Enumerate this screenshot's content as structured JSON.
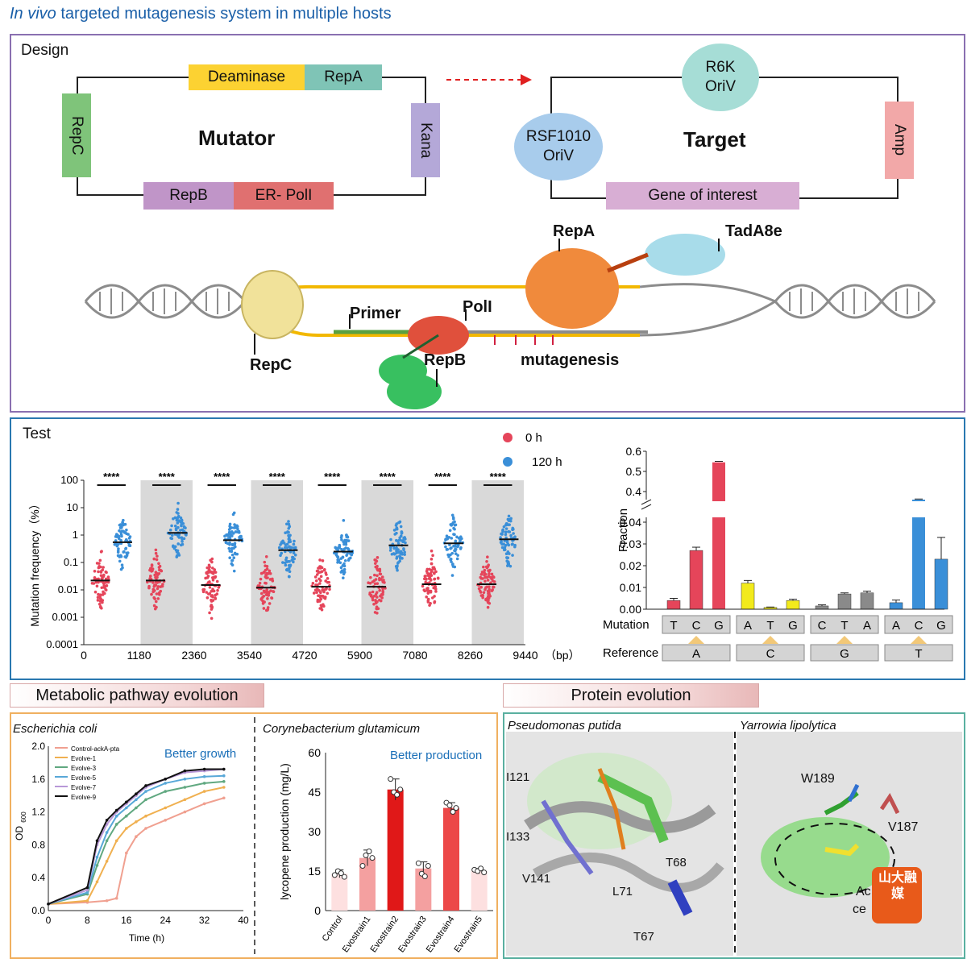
{
  "header": {
    "title_italic": "In vivo",
    "title_rest": " targeted mutagenesis system in multiple hosts"
  },
  "design": {
    "label": "Design",
    "mutator": {
      "name": "Mutator",
      "deaminase": "Deaminase",
      "repA": "RepA",
      "repC": "RepC",
      "kana": "Kana",
      "repB": "RepB",
      "erpol": "ER- PolI"
    },
    "target": {
      "name": "Target",
      "r6k": [
        "R6K",
        "OriV"
      ],
      "rsf": [
        "RSF1010",
        "OriV"
      ],
      "amp": "Amp",
      "goi": "Gene of interest"
    },
    "scheme": {
      "repA": "RepA",
      "tadA": "TadA8e",
      "primer": "Primer",
      "polI": "PolI",
      "repC": "RepC",
      "repB": "RepB",
      "mutagenesis": "mutagenesis"
    }
  },
  "test": {
    "label": "Test",
    "legend": [
      {
        "label": "0 h",
        "color": "#e5455a"
      },
      {
        "label": "120 h",
        "color": "#3a8fd8"
      }
    ],
    "ylabel": "Mutation frequency（%）",
    "yticks": [
      "100",
      "10",
      "1",
      "0.1",
      "0.01",
      "0.001",
      "0.0001"
    ],
    "xticks": [
      "0",
      "1180",
      "2360",
      "3540",
      "4720",
      "5900",
      "7080",
      "8260",
      "9440"
    ],
    "xunit": "（bp）",
    "significance": "****",
    "scatter_groups": [
      {
        "bin": 1,
        "median_0h": 0.022,
        "median_120h": 0.55
      },
      {
        "bin": 2,
        "median_0h": 0.022,
        "median_120h": 1.2
      },
      {
        "bin": 3,
        "median_0h": 0.015,
        "median_120h": 0.65
      },
      {
        "bin": 4,
        "median_0h": 0.012,
        "median_120h": 0.28
      },
      {
        "bin": 5,
        "median_0h": 0.013,
        "median_120h": 0.25
      },
      {
        "bin": 6,
        "median_0h": 0.013,
        "median_120h": 0.42
      },
      {
        "bin": 7,
        "median_0h": 0.016,
        "median_120h": 0.5
      },
      {
        "bin": 8,
        "median_0h": 0.016,
        "median_120h": 0.7
      }
    ],
    "fraction_chart": {
      "ylabel": "Fraction",
      "yticks_low": [
        "0.00",
        "0.01",
        "0.02",
        "0.03",
        "0.04"
      ],
      "yticks_high": [
        "0.4",
        "0.5",
        "0.6"
      ],
      "mutation_label": "Mutation",
      "reference_label": "Reference",
      "groups": [
        {
          "reference": "A",
          "bars": [
            {
              "base": "T",
              "value": 0.004,
              "err": 0.001,
              "color": "#e5455a"
            },
            {
              "base": "C",
              "value": 0.027,
              "err": 0.0015,
              "color": "#e5455a"
            },
            {
              "base": "G",
              "value": 0.545,
              "err": 0.005,
              "color": "#e5455a"
            }
          ]
        },
        {
          "reference": "C",
          "bars": [
            {
              "base": "A",
              "value": 0.012,
              "err": 0.0012,
              "color": "#f2ea1c"
            },
            {
              "base": "T",
              "value": 0.0008,
              "err": 0.0002,
              "color": "#f2ea1c"
            },
            {
              "base": "G",
              "value": 0.004,
              "err": 0.0006,
              "color": "#f2ea1c"
            }
          ]
        },
        {
          "reference": "G",
          "bars": [
            {
              "base": "C",
              "value": 0.0015,
              "err": 0.0005,
              "color": "#8a8a8a"
            },
            {
              "base": "T",
              "value": 0.007,
              "err": 0.0005,
              "color": "#8a8a8a"
            },
            {
              "base": "A",
              "value": 0.0075,
              "err": 0.0008,
              "color": "#8a8a8a"
            }
          ]
        },
        {
          "reference": "T",
          "bars": [
            {
              "base": "A",
              "value": 0.003,
              "err": 0.0012,
              "color": "#3a8fd8"
            },
            {
              "base": "C",
              "value": 0.36,
              "err": 0.003,
              "color": "#3a8fd8"
            },
            {
              "base": "G",
              "value": 0.023,
              "err": 0.01,
              "color": "#3a8fd8"
            }
          ]
        }
      ]
    }
  },
  "metabolic": {
    "header": "Metabolic pathway evolution",
    "ecoli": {
      "organism": "Escherichia coli",
      "note": "Better growth",
      "ylabel_main": "OD",
      "ylabel_sub": "600",
      "xlabel": "Time (h)",
      "yticks": [
        "0.0",
        "0.4",
        "0.8",
        "1.2",
        "1.6",
        "2.0"
      ],
      "xticks": [
        "0",
        "8",
        "16",
        "24",
        "32",
        "40"
      ],
      "series": [
        {
          "name": "Control-ackA-pta",
          "color": "#f0a090",
          "x": [
            0,
            8,
            12,
            14,
            16,
            18,
            20,
            24,
            28,
            32,
            36
          ],
          "y": [
            0.08,
            0.1,
            0.12,
            0.15,
            0.7,
            0.9,
            1.0,
            1.1,
            1.2,
            1.3,
            1.37
          ]
        },
        {
          "name": "Evolve-1",
          "color": "#f0b050",
          "x": [
            0,
            8,
            10,
            12,
            14,
            16,
            18,
            20,
            24,
            28,
            32,
            36
          ],
          "y": [
            0.08,
            0.12,
            0.35,
            0.6,
            0.85,
            1.0,
            1.08,
            1.15,
            1.25,
            1.35,
            1.45,
            1.5
          ]
        },
        {
          "name": "Evolve-3",
          "color": "#60a880",
          "x": [
            0,
            8,
            10,
            12,
            14,
            16,
            18,
            20,
            24,
            28,
            32,
            36
          ],
          "y": [
            0.08,
            0.2,
            0.55,
            0.85,
            1.05,
            1.15,
            1.25,
            1.35,
            1.45,
            1.5,
            1.55,
            1.57
          ]
        },
        {
          "name": "Evolve-5",
          "color": "#58a8d8",
          "x": [
            0,
            8,
            10,
            12,
            14,
            16,
            18,
            20,
            24,
            28,
            32,
            36
          ],
          "y": [
            0.08,
            0.22,
            0.65,
            0.95,
            1.15,
            1.25,
            1.35,
            1.45,
            1.55,
            1.6,
            1.63,
            1.64
          ]
        },
        {
          "name": "Evolve-7",
          "color": "#b898d8",
          "x": [
            0,
            8,
            10,
            12,
            14,
            16,
            18,
            20,
            24,
            28,
            32,
            36
          ],
          "y": [
            0.08,
            0.25,
            0.8,
            1.05,
            1.2,
            1.3,
            1.4,
            1.5,
            1.6,
            1.68,
            1.7,
            1.72
          ]
        },
        {
          "name": "Evolve-9",
          "color": "#111111",
          "x": [
            0,
            8,
            10,
            12,
            14,
            16,
            18,
            20,
            24,
            28,
            32,
            36
          ],
          "y": [
            0.08,
            0.28,
            0.85,
            1.1,
            1.22,
            1.32,
            1.42,
            1.52,
            1.6,
            1.7,
            1.72,
            1.72
          ]
        }
      ]
    },
    "coryne": {
      "organism": "Corynebacterium glutamicum",
      "note": "Better production",
      "ylabel": "lycopene production (mg/L)",
      "yticks": [
        "0",
        "15",
        "30",
        "45",
        "60"
      ],
      "bars": [
        {
          "name": "Control",
          "value": 14,
          "err": 1.5,
          "color": "#fde0e0",
          "points": [
            13.5,
            15,
            14.2,
            12.8
          ]
        },
        {
          "name": "Evostrain1",
          "value": 20,
          "err": 3,
          "color": "#f4a0a0",
          "points": [
            17,
            21,
            22.5,
            20
          ]
        },
        {
          "name": "Evostrain2",
          "value": 46,
          "err": 4,
          "color": "#e01818",
          "points": [
            50,
            45,
            44,
            46
          ]
        },
        {
          "name": "Evostrain3",
          "value": 16,
          "err": 2.5,
          "color": "#f4a0a0",
          "points": [
            18,
            14,
            13,
            17
          ]
        },
        {
          "name": "Evostrain4",
          "value": 39,
          "err": 2,
          "color": "#ec4848",
          "points": [
            41,
            40,
            37.5,
            39
          ]
        },
        {
          "name": "Evostrain5",
          "value": 15,
          "err": 1,
          "color": "#fde0e0",
          "points": [
            15.5,
            15,
            16,
            14.5
          ]
        }
      ]
    }
  },
  "protein": {
    "header": "Protein evolution",
    "putida": {
      "organism": "Pseudomonas putida",
      "labels": [
        "I121",
        "I133",
        "V141",
        "L71",
        "T68",
        "T67"
      ]
    },
    "yarrowia": {
      "organism": "Yarrowia lipolytica",
      "labels": [
        "W189",
        "V187",
        "Ac",
        "ce"
      ]
    },
    "watermark": "山大融媒"
  }
}
